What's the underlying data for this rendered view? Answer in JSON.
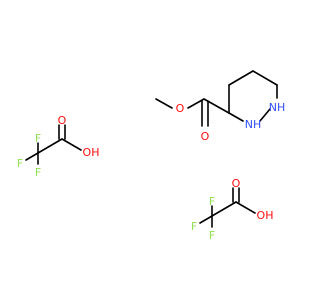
{
  "colors": {
    "carbon_bond": "#000000",
    "oxygen": "#ff0d0d",
    "nitrogen": "#3050f8",
    "fluorine": "#90e050",
    "background": "#ffffff"
  },
  "molecules": [
    {
      "name": "methyl hexahydropyridazine-3-carboxylate",
      "labels": {
        "ester_o": "O",
        "carbonyl_o": "O",
        "n_amine": "NH",
        "n_amine2": "NH"
      }
    },
    {
      "name": "trifluoroacetic acid (left)",
      "labels": {
        "f1": "F",
        "f2": "F",
        "f3": "F",
        "o_carbonyl": "O",
        "oh": "OH"
      }
    },
    {
      "name": "trifluoroacetic acid (right)",
      "labels": {
        "f1": "F",
        "f2": "F",
        "f3": "F",
        "o_carbonyl": "O",
        "oh": "OH"
      }
    }
  ]
}
